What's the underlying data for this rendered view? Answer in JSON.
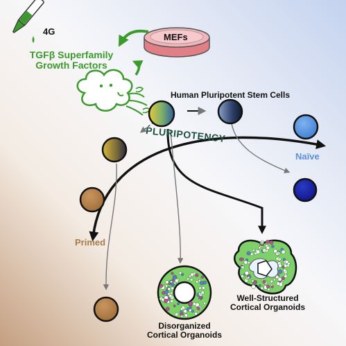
{
  "figure": {
    "reagent_tag": "4G",
    "source_label": "MEFs",
    "factors_label": [
      "TGFβ Superfamily",
      "Growth Factors"
    ],
    "stem_cells_label": "Human Pluripotent Stem Cells",
    "axis_label": "PLURIPOTENCY",
    "naive_label": "Naïve",
    "primed_label": "Primed",
    "disorganized_label": [
      "Disorganized",
      "Cortical Organoids"
    ],
    "wellstructured_label": [
      "Well-Structured",
      "Cortical Organoids"
    ]
  },
  "colors": {
    "green": "#3a9a2c",
    "naive_blue": "#5b8fd6",
    "primed_brown": "#a87a4a",
    "axis_text": "#1f4f3f",
    "background_blue": "#cfd9f0",
    "background_tan": "#c9a78a"
  },
  "icons": {
    "pipette": "pipette-icon",
    "dish": "petri-dish-icon",
    "cloud": "wind-cloud-icon"
  }
}
